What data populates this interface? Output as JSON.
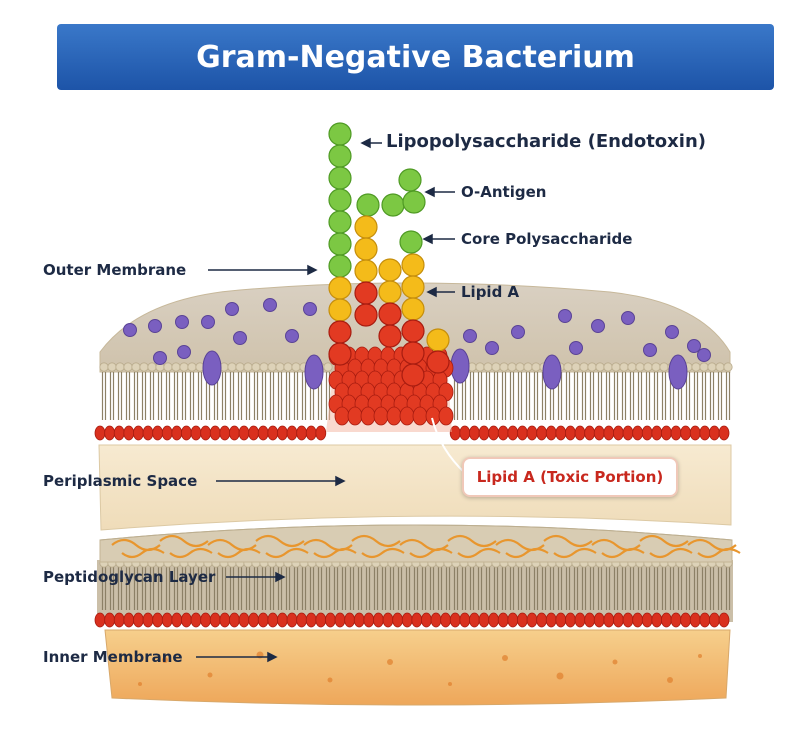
{
  "title": "Gram-Negative Bacterium",
  "labels": {
    "lps": "Lipopolysaccharide (Endotoxin)",
    "o_antigen": "O-Antigen",
    "core": "Core Polysaccharide",
    "lipid_a": "Lipid A",
    "outer_membrane": "Outer Membrane",
    "periplasmic": "Periplasmic Space",
    "peptidoglycan": "Peptidoglycan Layer",
    "inner_membrane": "Inner Membrane",
    "lipid_a_toxic": "Lipid A (Toxic Portion)"
  },
  "colors": {
    "title_bg": "#2a63b8",
    "o_antigen_bead": "#7cc843",
    "core_bead": "#f4bb1a",
    "lipid_a_bead": "#e23a22",
    "protein": "#7a5fc0",
    "phospholipid_head": "#ded3b6",
    "membrane_bead": "#d9301e",
    "peptidoglycan_mesh": "#e8962e",
    "cytoplasm": "#f0b96e",
    "toxic_text": "#c8281e"
  }
}
